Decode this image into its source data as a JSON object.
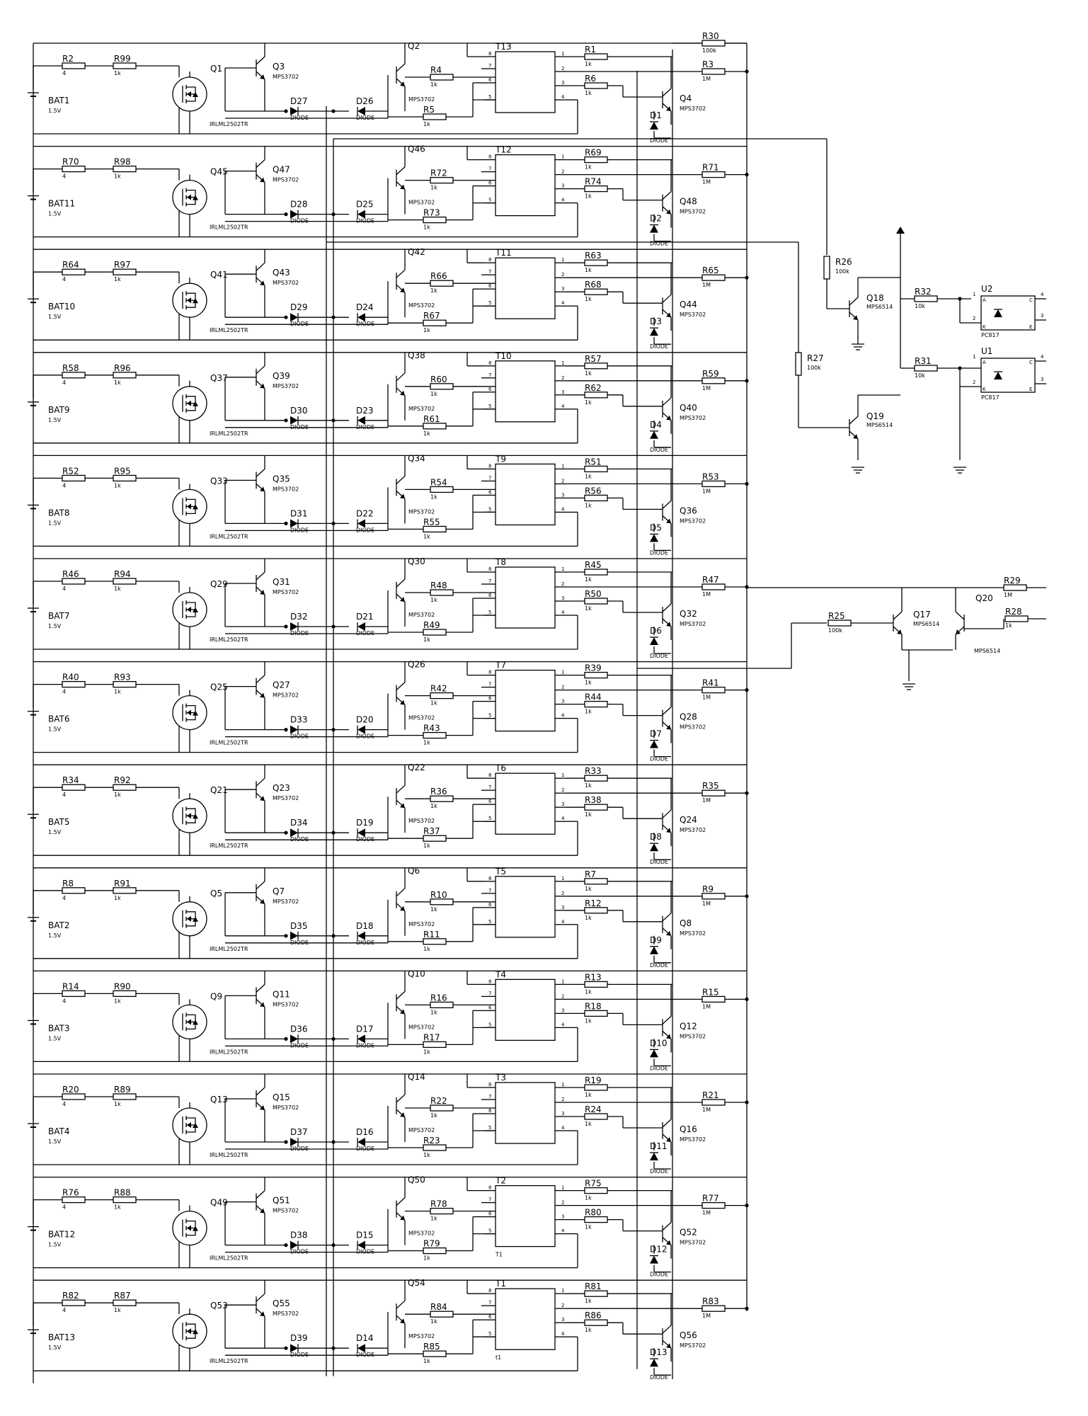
{
  "stages": [
    {
      "bat": "BAT1",
      "bat_val": "1.5V",
      "r_series": "R2",
      "r_series_val": "4",
      "r_gate": "R99",
      "r_gate_val": "1k",
      "mosfet": "Q1",
      "mosfet_part": "IRLML2502TR",
      "qa": "Q3",
      "qa_part": "MPS3702",
      "da": "D27",
      "da_part": "DIODE",
      "db": "D26",
      "db_part": "DIODE",
      "qb": "Q2",
      "qb_part": "MPS3702",
      "r_b": "R4",
      "r_b_val": "1k",
      "r_c": "R5",
      "r_c_val": "1k",
      "ic": "T13",
      "r_o1": "R1",
      "r_o1_val": "1k",
      "r_o2": "R6",
      "r_o2_val": "1k",
      "r_out": "R3",
      "r_out_val": "1M",
      "q_out": "Q4",
      "q_out_part": "MPS3702",
      "d_out": "D1",
      "d_out_part": "DIODE",
      "ic_bottom": ""
    },
    {
      "bat": "BAT11",
      "bat_val": "1.5V",
      "r_series": "R70",
      "r_series_val": "4",
      "r_gate": "R98",
      "r_gate_val": "1k",
      "mosfet": "Q45",
      "mosfet_part": "IRLML2502TR",
      "qa": "Q47",
      "qa_part": "MPS3702",
      "da": "D28",
      "da_part": "DIODE",
      "db": "D25",
      "db_part": "DIODE",
      "qb": "Q46",
      "qb_part": "MPS3702",
      "r_b": "R72",
      "r_b_val": "1k",
      "r_c": "R73",
      "r_c_val": "1k",
      "ic": "T12",
      "r_o1": "R69",
      "r_o1_val": "1k",
      "r_o2": "R74",
      "r_o2_val": "1k",
      "r_out": "R71",
      "r_out_val": "1M",
      "q_out": "Q48",
      "q_out_part": "MPS3702",
      "d_out": "D2",
      "d_out_part": "DIODE",
      "ic_bottom": ""
    },
    {
      "bat": "BAT10",
      "bat_val": "1.5V",
      "r_series": "R64",
      "r_series_val": "4",
      "r_gate": "R97",
      "r_gate_val": "1k",
      "mosfet": "Q41",
      "mosfet_part": "IRLML2502TR",
      "qa": "Q43",
      "qa_part": "MPS3702",
      "da": "D29",
      "da_part": "DIODE",
      "db": "D24",
      "db_part": "DIODE",
      "qb": "Q42",
      "qb_part": "MPS3702",
      "r_b": "R66",
      "r_b_val": "1k",
      "r_c": "R67",
      "r_c_val": "1k",
      "ic": "T11",
      "r_o1": "R63",
      "r_o1_val": "1k",
      "r_o2": "R68",
      "r_o2_val": "1k",
      "r_out": "R65",
      "r_out_val": "1M",
      "q_out": "Q44",
      "q_out_part": "MPS3702",
      "d_out": "D3",
      "d_out_part": "DIODE",
      "ic_bottom": ""
    },
    {
      "bat": "BAT9",
      "bat_val": "1.5V",
      "r_series": "R58",
      "r_series_val": "4",
      "r_gate": "R96",
      "r_gate_val": "1k",
      "mosfet": "Q37",
      "mosfet_part": "IRLML2502TR",
      "qa": "Q39",
      "qa_part": "MPS3702",
      "da": "D30",
      "da_part": "DIODE",
      "db": "D23",
      "db_part": "DIODE",
      "qb": "Q38",
      "qb_part": "MPS3702",
      "r_b": "R60",
      "r_b_val": "1k",
      "r_c": "R61",
      "r_c_val": "1k",
      "ic": "T10",
      "r_o1": "R57",
      "r_o1_val": "1k",
      "r_o2": "R62",
      "r_o2_val": "1k",
      "r_out": "R59",
      "r_out_val": "1M",
      "q_out": "Q40",
      "q_out_part": "MPS3702",
      "d_out": "D4",
      "d_out_part": "DIODE",
      "ic_bottom": ""
    },
    {
      "bat": "BAT8",
      "bat_val": "1.5V",
      "r_series": "R52",
      "r_series_val": "4",
      "r_gate": "R95",
      "r_gate_val": "1k",
      "mosfet": "Q33",
      "mosfet_part": "IRLML2502TR",
      "qa": "Q35",
      "qa_part": "MPS3702",
      "da": "D31",
      "da_part": "DIODE",
      "db": "D22",
      "db_part": "DIODE",
      "qb": "Q34",
      "qb_part": "MPS3702",
      "r_b": "R54",
      "r_b_val": "1k",
      "r_c": "R55",
      "r_c_val": "1k",
      "ic": "T9",
      "r_o1": "R51",
      "r_o1_val": "1k",
      "r_o2": "R56",
      "r_o2_val": "1k",
      "r_out": "R53",
      "r_out_val": "1M",
      "q_out": "Q36",
      "q_out_part": "MPS3702",
      "d_out": "D5",
      "d_out_part": "DIODE",
      "ic_bottom": ""
    },
    {
      "bat": "BAT7",
      "bat_val": "1.5V",
      "r_series": "R46",
      "r_series_val": "4",
      "r_gate": "R94",
      "r_gate_val": "1k",
      "mosfet": "Q29",
      "mosfet_part": "IRLML2502TR",
      "qa": "Q31",
      "qa_part": "MPS3702",
      "da": "D32",
      "da_part": "DIODE",
      "db": "D21",
      "db_part": "DIODE",
      "qb": "Q30",
      "qb_part": "MPS3702",
      "r_b": "R48",
      "r_b_val": "1k",
      "r_c": "R49",
      "r_c_val": "1k",
      "ic": "T8",
      "r_o1": "R45",
      "r_o1_val": "1k",
      "r_o2": "R50",
      "r_o2_val": "1k",
      "r_out": "R47",
      "r_out_val": "1M",
      "q_out": "Q32",
      "q_out_part": "MPS3702",
      "d_out": "D6",
      "d_out_part": "DIODE",
      "ic_bottom": ""
    },
    {
      "bat": "BAT6",
      "bat_val": "1.5V",
      "r_series": "R40",
      "r_series_val": "4",
      "r_gate": "R93",
      "r_gate_val": "1k",
      "mosfet": "Q25",
      "mosfet_part": "IRLML2502TR",
      "qa": "Q27",
      "qa_part": "MPS3702",
      "da": "D33",
      "da_part": "DIODE",
      "db": "D20",
      "db_part": "DIODE",
      "qb": "Q26",
      "qb_part": "MPS3702",
      "r_b": "R42",
      "r_b_val": "1k",
      "r_c": "R43",
      "r_c_val": "1k",
      "ic": "T7",
      "r_o1": "R39",
      "r_o1_val": "1k",
      "r_o2": "R44",
      "r_o2_val": "1k",
      "r_out": "R41",
      "r_out_val": "1M",
      "q_out": "Q28",
      "q_out_part": "MPS3702",
      "d_out": "D7",
      "d_out_part": "DIODE",
      "ic_bottom": ""
    },
    {
      "bat": "BAT5",
      "bat_val": "1.5V",
      "r_series": "R34",
      "r_series_val": "4",
      "r_gate": "R92",
      "r_gate_val": "1k",
      "mosfet": "Q21",
      "mosfet_part": "IRLML2502TR",
      "qa": "Q23",
      "qa_part": "MPS3702",
      "da": "D34",
      "da_part": "DIODE",
      "db": "D19",
      "db_part": "DIODE",
      "qb": "Q22",
      "qb_part": "MPS3702",
      "r_b": "R36",
      "r_b_val": "1k",
      "r_c": "R37",
      "r_c_val": "1k",
      "ic": "T6",
      "r_o1": "R33",
      "r_o1_val": "1k",
      "r_o2": "R38",
      "r_o2_val": "1k",
      "r_out": "R35",
      "r_out_val": "1M",
      "q_out": "Q24",
      "q_out_part": "MPS3702",
      "d_out": "D8",
      "d_out_part": "DIODE",
      "ic_bottom": ""
    },
    {
      "bat": "BAT2",
      "bat_val": "1.5V",
      "r_series": "R8",
      "r_series_val": "4",
      "r_gate": "R91",
      "r_gate_val": "1k",
      "mosfet": "Q5",
      "mosfet_part": "IRLML2502TR",
      "qa": "Q7",
      "qa_part": "MPS3702",
      "da": "D35",
      "da_part": "DIODE",
      "db": "D18",
      "db_part": "DIODE",
      "qb": "Q6",
      "qb_part": "MPS3702",
      "r_b": "R10",
      "r_b_val": "1k",
      "r_c": "R11",
      "r_c_val": "1k",
      "ic": "T5",
      "r_o1": "R7",
      "r_o1_val": "1k",
      "r_o2": "R12",
      "r_o2_val": "1k",
      "r_out": "R9",
      "r_out_val": "1M",
      "q_out": "Q8",
      "q_out_part": "MPS3702",
      "d_out": "D9",
      "d_out_part": "DIODE",
      "ic_bottom": ""
    },
    {
      "bat": "BAT3",
      "bat_val": "1.5V",
      "r_series": "R14",
      "r_series_val": "4",
      "r_gate": "R90",
      "r_gate_val": "1k",
      "mosfet": "Q9",
      "mosfet_part": "IRLML2502TR",
      "qa": "Q11",
      "qa_part": "MPS3702",
      "da": "D36",
      "da_part": "DIODE",
      "db": "D17",
      "db_part": "DIODE",
      "qb": "Q10",
      "qb_part": "MPS3702",
      "r_b": "R16",
      "r_b_val": "1k",
      "r_c": "R17",
      "r_c_val": "1k",
      "ic": "T4",
      "r_o1": "R13",
      "r_o1_val": "1k",
      "r_o2": "R18",
      "r_o2_val": "1k",
      "r_out": "R15",
      "r_out_val": "1M",
      "q_out": "Q12",
      "q_out_part": "MPS3702",
      "d_out": "D10",
      "d_out_part": "DIODE",
      "ic_bottom": ""
    },
    {
      "bat": "BAT4",
      "bat_val": "1.5V",
      "r_series": "R20",
      "r_series_val": "4",
      "r_gate": "R89",
      "r_gate_val": "1k",
      "mosfet": "Q13",
      "mosfet_part": "IRLML2502TR",
      "qa": "Q15",
      "qa_part": "MPS3702",
      "da": "D37",
      "da_part": "DIODE",
      "db": "D16",
      "db_part": "DIODE",
      "qb": "Q14",
      "qb_part": "MPS3702",
      "r_b": "R22",
      "r_b_val": "1k",
      "r_c": "R23",
      "r_c_val": "1k",
      "ic": "T3",
      "r_o1": "R19",
      "r_o1_val": "1k",
      "r_o2": "R24",
      "r_o2_val": "1k",
      "r_out": "R21",
      "r_out_val": "1M",
      "q_out": "Q16",
      "q_out_part": "MPS3702",
      "d_out": "D11",
      "d_out_part": "DIODE",
      "ic_bottom": ""
    },
    {
      "bat": "BAT12",
      "bat_val": "1.5V",
      "r_series": "R76",
      "r_series_val": "4",
      "r_gate": "R88",
      "r_gate_val": "1k",
      "mosfet": "Q49",
      "mosfet_part": "IRLML2502TR",
      "qa": "Q51",
      "qa_part": "MPS3702",
      "da": "D38",
      "da_part": "DIODE",
      "db": "D15",
      "db_part": "DIODE",
      "qb": "Q50",
      "qb_part": "MPS3702",
      "r_b": "R78",
      "r_b_val": "1k",
      "r_c": "R79",
      "r_c_val": "1k",
      "ic": "T2",
      "r_o1": "R75",
      "r_o1_val": "1k",
      "r_o2": "R80",
      "r_o2_val": "1k",
      "r_out": "R77",
      "r_out_val": "1M",
      "q_out": "Q52",
      "q_out_part": "MPS3702",
      "d_out": "D12",
      "d_out_part": "DIODE",
      "ic_bottom": "T1"
    },
    {
      "bat": "BAT13",
      "bat_val": "1.5V",
      "r_series": "R82",
      "r_series_val": "4",
      "r_gate": "R87",
      "r_gate_val": "1k",
      "mosfet": "Q53",
      "mosfet_part": "IRLML2502TR",
      "qa": "Q55",
      "qa_part": "MPS3702",
      "da": "D39",
      "da_part": "DIODE",
      "db": "D14",
      "db_part": "DIODE",
      "qb": "Q54",
      "qb_part": "MPS3702",
      "r_b": "R84",
      "r_b_val": "1k",
      "r_c": "R85",
      "r_c_val": "1k",
      "ic": "T1",
      "r_o1": "R81",
      "r_o1_val": "1k",
      "r_o2": "R86",
      "r_o2_val": "1k",
      "r_out": "R83",
      "r_out_val": "1M",
      "q_out": "Q56",
      "q_out_part": "MPS3702",
      "d_out": "D13",
      "d_out_part": "DIODE",
      "ic_bottom": "t1"
    }
  ],
  "common": {
    "top_res": "R30",
    "top_res_val": "100k",
    "r26": "R26",
    "r26_val": "100k",
    "r27": "R27",
    "r27_val": "100k",
    "q18": "Q18",
    "q18_part": "MPS6514",
    "q19": "Q19",
    "q19_part": "MPS6514",
    "r32": "R32",
    "r32_val": "10k",
    "r31": "R31",
    "r31_val": "10k",
    "u2": "U2",
    "u2_part": "PC817",
    "u1": "U1",
    "u1_part": "PC817",
    "opto_pins": [
      "A",
      "K",
      "C",
      "E"
    ],
    "opto_pin_nums": [
      "1",
      "2",
      "4",
      "3"
    ],
    "r25": "R25",
    "r25_val": "100k",
    "q17": "Q17",
    "q17_part": "MPS6514",
    "q20": "Q20",
    "q20_part": "MPS6514",
    "r29": "R29",
    "r29_val": "1M",
    "r28": "R28",
    "r28_val": "1k",
    "ic_pins": [
      "8",
      "7",
      "6",
      "5",
      "1",
      "2",
      "3",
      "4"
    ],
    "qb_part_label": "MPS3702"
  }
}
